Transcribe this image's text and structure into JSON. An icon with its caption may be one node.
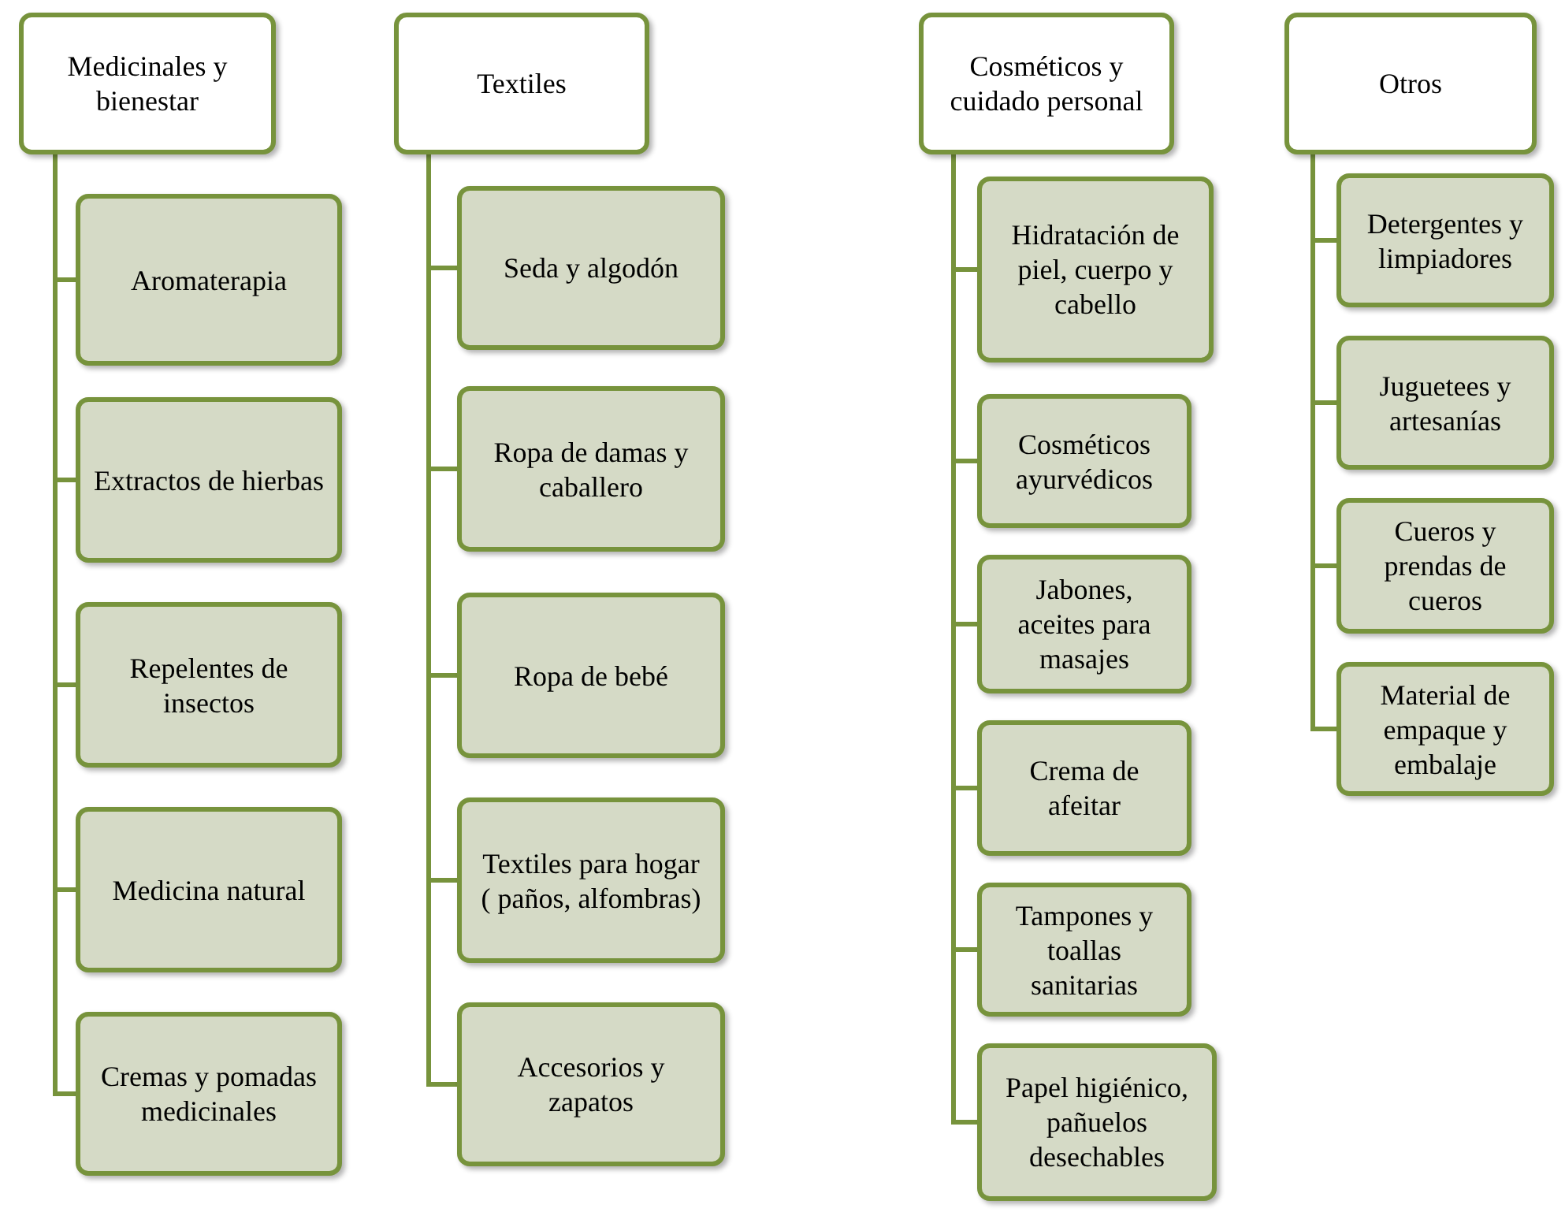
{
  "diagram": {
    "nodes": [
      {
        "text": [
          "Medicinales y bienestar"
        ]
      },
      {
        "text": [
          "Aromaterapia"
        ]
      },
      {
        "text": [
          "Extractos de hierbas"
        ]
      },
      {
        "text": [
          "Repelentes de insectos"
        ]
      },
      {
        "text": [
          "Medicina natural"
        ]
      },
      {
        "text": [
          "Cremas y pomadas medicinales"
        ]
      },
      {
        "text": [
          "Textiles"
        ]
      },
      {
        "text": [
          "Seda y algodón"
        ]
      },
      {
        "text": [
          "Ropa de damas y caballero"
        ]
      },
      {
        "text": [
          "Ropa de bebé"
        ]
      },
      {
        "text": [
          "Textiles para hogar ( paños, alfombras)"
        ]
      },
      {
        "text": [
          "Accesorios y zapatos"
        ]
      },
      {
        "text": [
          "Cosméticos y cuidado personal"
        ]
      },
      {
        "text": [
          "Hidratación de piel, cuerpo y cabello"
        ]
      },
      {
        "text": [
          "Cosméticos ayurvédicos"
        ]
      },
      {
        "text": [
          "Jabones, aceites para masajes"
        ]
      },
      {
        "text": [
          "Crema de afeitar"
        ]
      },
      {
        "text": [
          "Tampones y toallas sanitarias"
        ]
      },
      {
        "text": [
          "Papel higiénico, pañuelos desechables"
        ]
      },
      {
        "text": [
          "Otros"
        ]
      },
      {
        "text": [
          "Detergentes y limpiadores"
        ]
      },
      {
        "text": [
          "Juguetees y artesanías"
        ]
      },
      {
        "text": [
          "Cueros y prendas de cueros"
        ]
      },
      {
        "text": [
          "Material de empaque y embalaje"
        ]
      }
    ],
    "edges": [
      {
        "from": 0,
        "to": 1,
        "arrow": "none"
      },
      {
        "from": 0,
        "to": 2,
        "arrow": "none"
      },
      {
        "from": 0,
        "to": 3,
        "arrow": "none"
      },
      {
        "from": 0,
        "to": 4,
        "arrow": "none"
      },
      {
        "from": 0,
        "to": 5,
        "arrow": "none"
      },
      {
        "from": 6,
        "to": 7,
        "arrow": "none"
      },
      {
        "from": 6,
        "to": 8,
        "arrow": "none"
      },
      {
        "from": 6,
        "to": 9,
        "arrow": "none"
      },
      {
        "from": 6,
        "to": 10,
        "arrow": "none"
      },
      {
        "from": 6,
        "to": 11,
        "arrow": "none"
      },
      {
        "from": 12,
        "to": 13,
        "arrow": "none"
      },
      {
        "from": 12,
        "to": 14,
        "arrow": "none"
      },
      {
        "from": 12,
        "to": 15,
        "arrow": "none"
      },
      {
        "from": 12,
        "to": 16,
        "arrow": "none"
      },
      {
        "from": 12,
        "to": 17,
        "arrow": "none"
      },
      {
        "from": 12,
        "to": 18,
        "arrow": "none"
      },
      {
        "from": 19,
        "to": 20,
        "arrow": "none"
      },
      {
        "from": 19,
        "to": 21,
        "arrow": "none"
      },
      {
        "from": 19,
        "to": 22,
        "arrow": "none"
      },
      {
        "from": 19,
        "to": 23,
        "arrow": "none"
      }
    ]
  }
}
